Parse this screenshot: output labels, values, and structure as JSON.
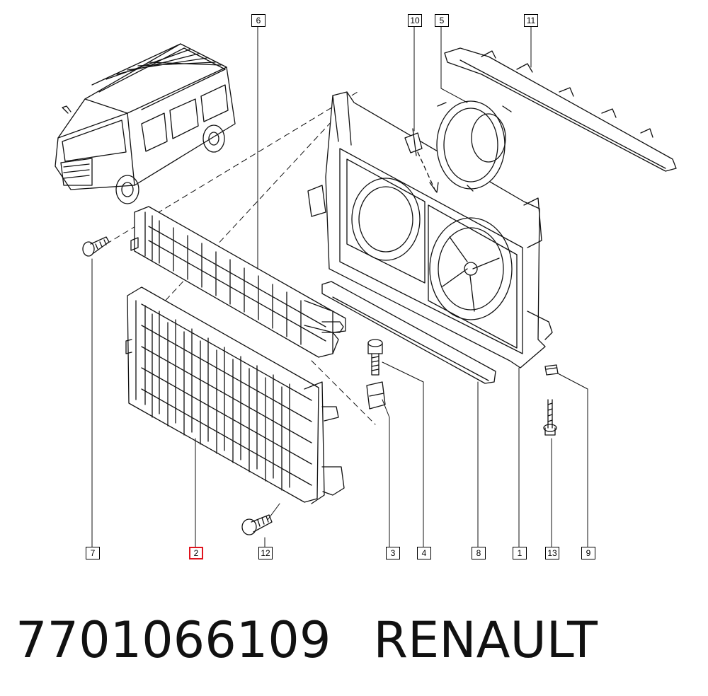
{
  "callouts": {
    "c1": "1",
    "c2": "2",
    "c3": "3",
    "c4": "4",
    "c5": "5",
    "c6": "6",
    "c7": "7",
    "c8": "8",
    "c9": "9",
    "c10": "10",
    "c11": "11",
    "c12": "12",
    "c13": "13"
  },
  "highlighted_callout": "2",
  "highlight_color": "#e0141e",
  "caption": {
    "part_number": "7701066109",
    "brand": "RENAULT"
  }
}
